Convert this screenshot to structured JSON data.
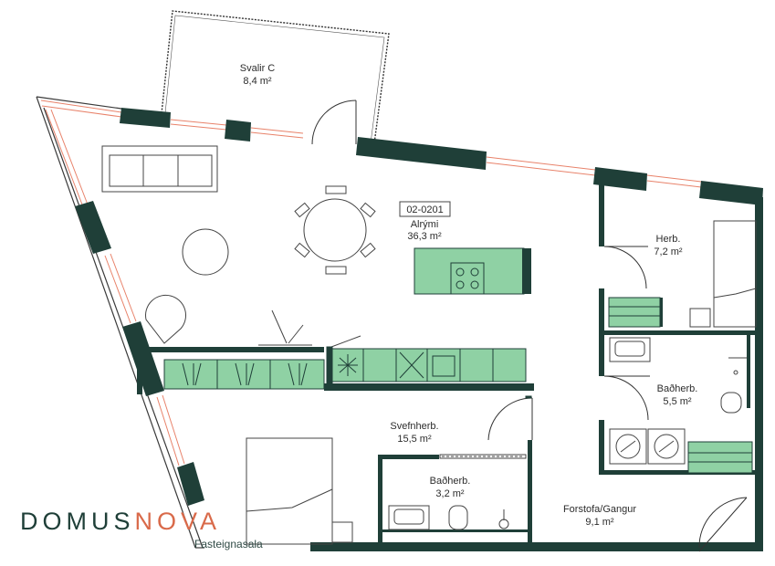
{
  "unit": {
    "code": "02-0201"
  },
  "rooms": {
    "balcony": {
      "name": "Svalir C",
      "area": "8,4 m²"
    },
    "living": {
      "name": "Alrými",
      "area": "36,3 m²"
    },
    "bedroom_small": {
      "name": "Herb.",
      "area": "7,2 m²"
    },
    "bathroom_right": {
      "name": "Baðherb.",
      "area": "5,5 m²"
    },
    "bedroom_master": {
      "name": "Svefnherb.",
      "area": "15,5 m²"
    },
    "bathroom_small": {
      "name": "Baðherb.",
      "area": "3,2 m²"
    },
    "hall": {
      "name": "Forstofa/Gangur",
      "area": "9,1 m²"
    }
  },
  "brand": {
    "part1": "DOMUS",
    "part2": "NOVA",
    "tagline": "Fasteignasala"
  },
  "colors": {
    "wall": "#1f3f38",
    "fixture": "#8fd1a4",
    "window": "#e8826a",
    "accent": "#d96a4a"
  }
}
